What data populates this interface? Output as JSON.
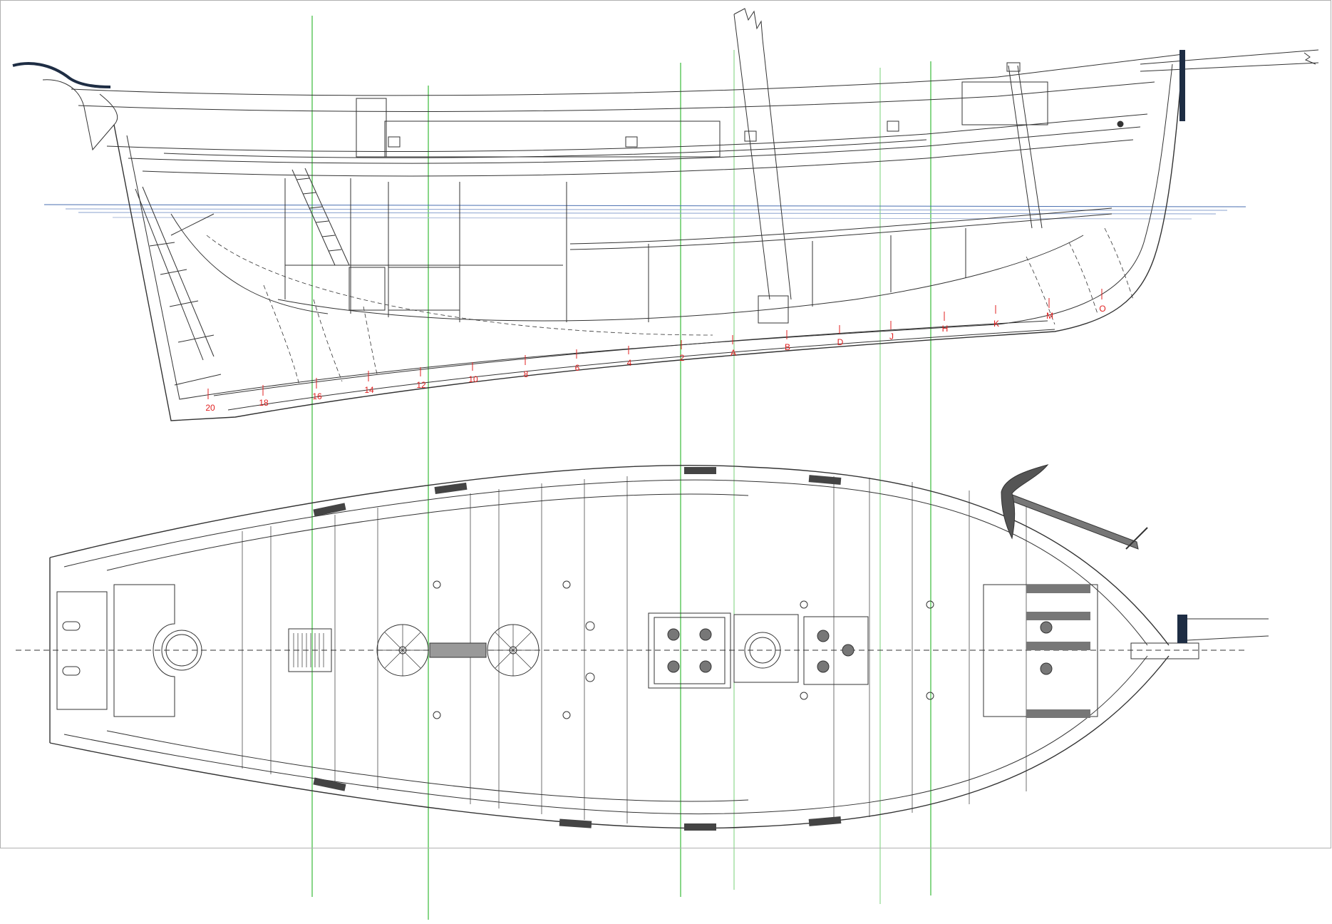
{
  "drawing": {
    "background": "#ffffff",
    "line_color": "#333333",
    "station_line_color": "#56c456",
    "waterline_color": "#4a6fb0",
    "station_label_color": "#e02020",
    "accent_dark": "#1e2d44",
    "fitting_gray": "#777777"
  },
  "views": {
    "profile": {
      "view_name": "profile-elevation"
    },
    "deck_plan": {
      "view_name": "deck-plan"
    }
  },
  "station_labels": [
    "20",
    "18",
    "16",
    "14",
    "12",
    "10",
    "8",
    "6",
    "4",
    "2",
    "A",
    "B",
    "D",
    "J",
    "H",
    "K",
    "M",
    "O"
  ],
  "icons": {
    "anchor": "anchor-icon",
    "wheel": "wheel-icon",
    "hatch": "hatch-grating-icon",
    "capstan": "capstan-icon",
    "bitt": "bitt-icon"
  }
}
